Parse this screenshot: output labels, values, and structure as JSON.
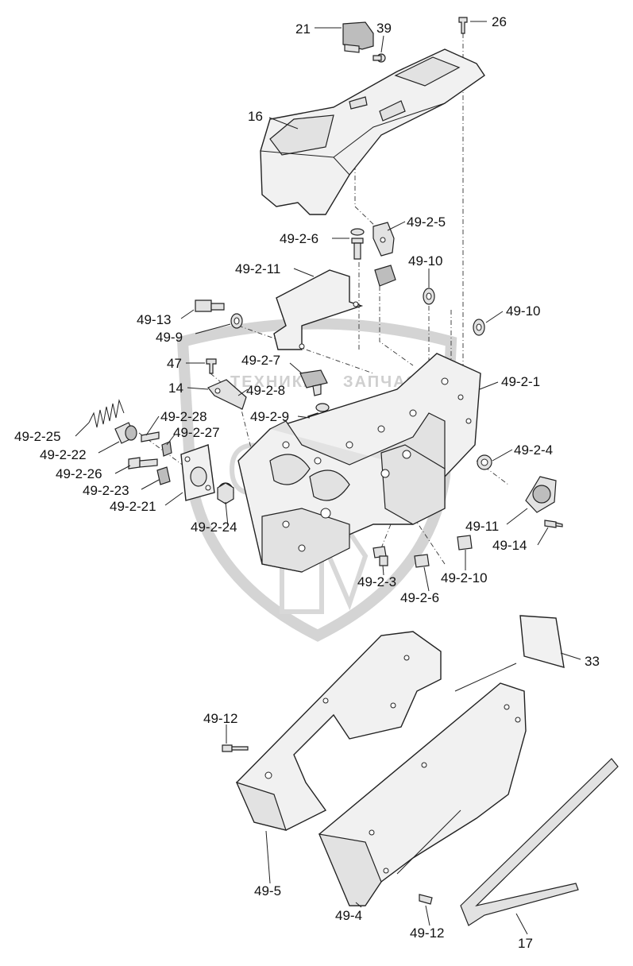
{
  "watermark": {
    "top_text": "ТЕХНИКА",
    "right_text": "ЗАПЧАСТИ",
    "logo_text": "ерф"
  },
  "labels": {
    "l21": "21",
    "l39": "39",
    "l26": "26",
    "l16": "16",
    "l49_2_5": "49-2-5",
    "l49_2_6a": "49-2-6",
    "l49_2_11": "49-2-11",
    "l49_10a": "49-10",
    "l49_10b": "49-10",
    "l49_13": "49-13",
    "l49_9": "49-9",
    "l47": "47",
    "l49_2_7": "49-2-7",
    "l49_2_1": "49-2-1",
    "l14": "14",
    "l49_2_8": "49-2-8",
    "l49_2_28": "49-2-28",
    "l49_2_9": "49-2-9",
    "l49_2_25": "49-2-25",
    "l49_2_27": "49-2-27",
    "l49_2_22": "49-2-22",
    "l49_2_4": "49-2-4",
    "l49_2_26": "49-2-26",
    "l49_2_23": "49-2-23",
    "l49_2_21": "49-2-21",
    "l49_11": "49-11",
    "l49_2_24": "49-2-24",
    "l49_14": "49-14",
    "l49_2_3": "49-2-3",
    "l49_2_10": "49-2-10",
    "l49_2_6b": "49-2-6",
    "l33": "33",
    "l49_12a": "49-12",
    "l49_5": "49-5",
    "l49_4": "49-4",
    "l49_12b": "49-12",
    "l17": "17"
  }
}
